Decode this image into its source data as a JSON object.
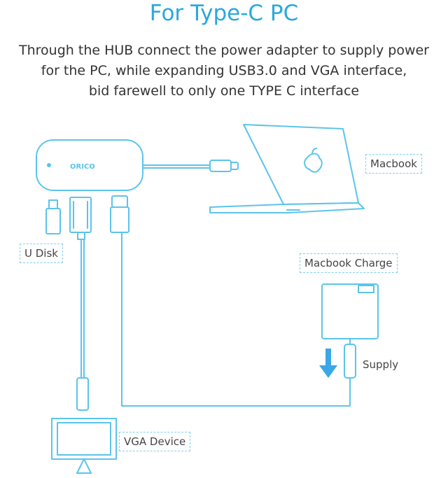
{
  "header": {
    "title": "For Type-C PC",
    "description_lines": [
      "Through the HUB connect the power adapter to supply power",
      "for the PC, while expanding USB3.0 and VGA interface,",
      "bid farewell to only one TYPE C interface"
    ]
  },
  "labels": {
    "macbook": "Macbook",
    "u_disk": "U Disk",
    "macbook_charge": "Macbook Charge",
    "supply": "Supply",
    "vga_device": "VGA Device"
  },
  "hub": {
    "brand": "ORICO"
  },
  "colors": {
    "accent": "#2aa8e0",
    "line": "#5cc4ea",
    "arrow": "#3aa7e6"
  }
}
